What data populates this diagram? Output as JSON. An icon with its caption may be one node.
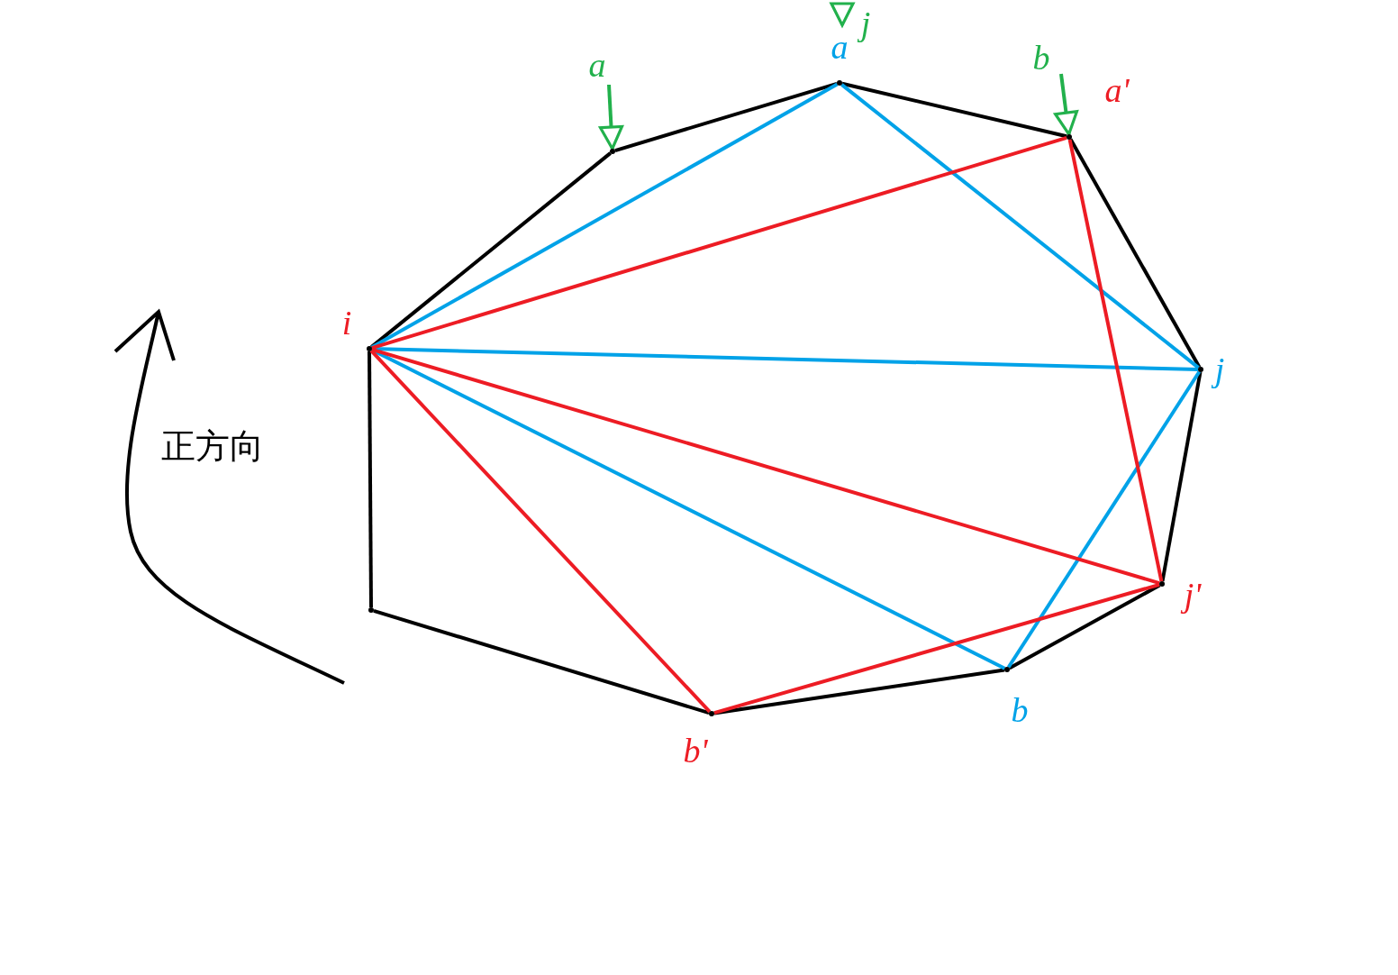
{
  "diagram": {
    "nodes": [
      {
        "text": [],
        "shape": "point",
        "beside": [
          "i"
        ]
      },
      {
        "text": [],
        "shape": "point"
      },
      {
        "text": [],
        "shape": "point",
        "beside": [
          "a"
        ]
      },
      {
        "text": [],
        "shape": "point",
        "beside": [
          "a'"
        ]
      },
      {
        "text": [],
        "shape": "point",
        "beside": [
          "j"
        ]
      },
      {
        "text": [],
        "shape": "point",
        "beside": [
          "j'"
        ]
      },
      {
        "text": [],
        "shape": "point",
        "beside": [
          "b"
        ]
      },
      {
        "text": [],
        "shape": "point",
        "beside": [
          "b'"
        ]
      },
      {
        "text": [],
        "shape": "point"
      },
      {
        "text": [
          "a"
        ]
      },
      {
        "text": [
          "b"
        ]
      },
      {
        "text": [
          "j"
        ]
      }
    ],
    "edges": [
      {
        "from": 0,
        "to": 1,
        "arrow": "none"
      },
      {
        "from": 1,
        "to": 2,
        "arrow": "none"
      },
      {
        "from": 2,
        "to": 3,
        "arrow": "none"
      },
      {
        "from": 3,
        "to": 4,
        "arrow": "none"
      },
      {
        "from": 4,
        "to": 5,
        "arrow": "none"
      },
      {
        "from": 5,
        "to": 6,
        "arrow": "none"
      },
      {
        "from": 6,
        "to": 7,
        "arrow": "none"
      },
      {
        "from": 7,
        "to": 8,
        "arrow": "none"
      },
      {
        "from": 8,
        "to": 0,
        "arrow": "none"
      },
      {
        "from": 0,
        "to": 2,
        "arrow": "none",
        "color": "#00a2e8"
      },
      {
        "from": 2,
        "to": 4,
        "arrow": "none",
        "color": "#00a2e8"
      },
      {
        "from": 0,
        "to": 4,
        "arrow": "none",
        "color": "#00a2e8"
      },
      {
        "from": 4,
        "to": 6,
        "arrow": "none",
        "color": "#00a2e8"
      },
      {
        "from": 0,
        "to": 6,
        "arrow": "none",
        "color": "#00a2e8"
      },
      {
        "from": 0,
        "to": 3,
        "arrow": "none",
        "color": "#ed1c24"
      },
      {
        "from": 3,
        "to": 5,
        "arrow": "none",
        "color": "#ed1c24"
      },
      {
        "from": 0,
        "to": 5,
        "arrow": "none",
        "color": "#ed1c24"
      },
      {
        "from": 5,
        "to": 7,
        "arrow": "none",
        "color": "#ed1c24"
      },
      {
        "from": 0,
        "to": 7,
        "arrow": "none",
        "color": "#ed1c24"
      },
      {
        "from": 9,
        "to": 1,
        "arrow": "to",
        "color": "#22b14c"
      },
      {
        "from": 10,
        "to": 3,
        "arrow": "to",
        "color": "#22b14c"
      },
      {
        "from": 11,
        "to": 2,
        "arrow": "to",
        "color": "#22b14c"
      }
    ],
    "labels": [
      "正方向"
    ]
  }
}
